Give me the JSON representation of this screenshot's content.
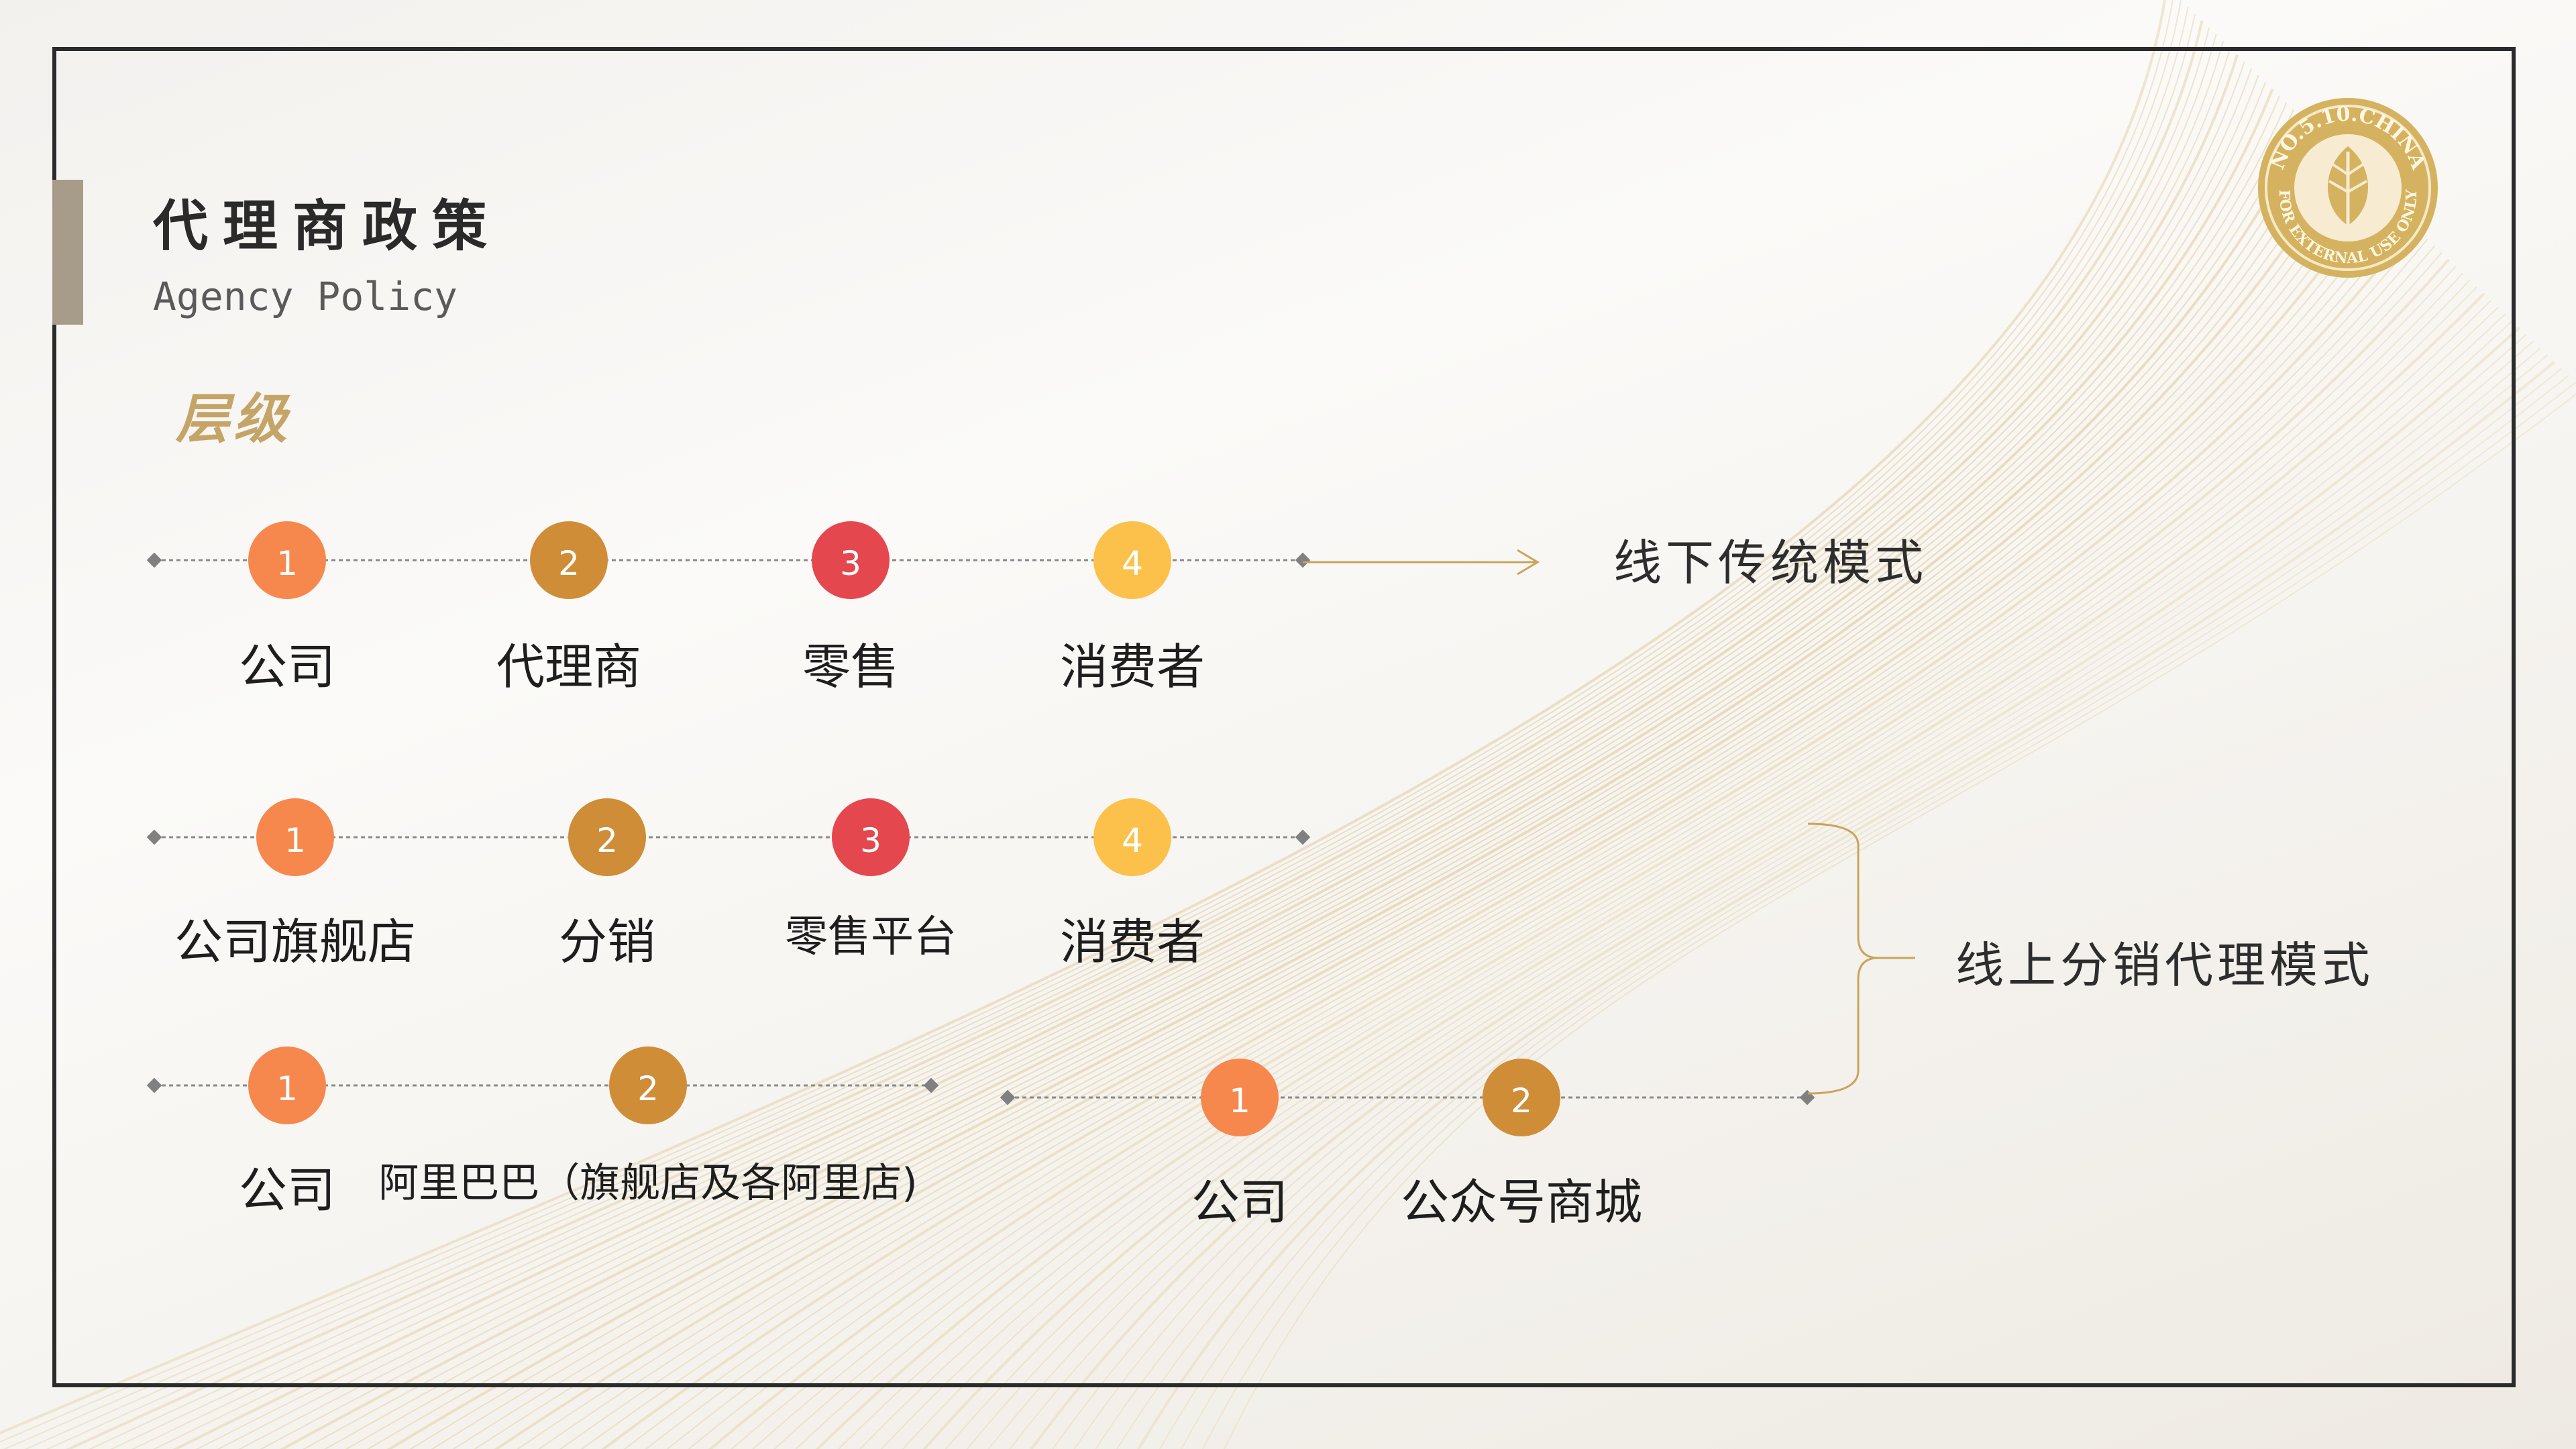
{
  "header": {
    "title": "代理商政策",
    "subtitle": "Agency Policy"
  },
  "section": {
    "title": "层级"
  },
  "colors": {
    "orange": "#f6884e",
    "bronze": "#cf8d37",
    "red": "#e5474f",
    "yellow": "#fcc14a",
    "gold": "#c9a45c"
  },
  "rows": [
    {
      "nodes": [
        {
          "num": "1",
          "label": "公司",
          "color": "orange"
        },
        {
          "num": "2",
          "label": "代理商",
          "color": "bronze"
        },
        {
          "num": "3",
          "label": "零售",
          "color": "red"
        },
        {
          "num": "4",
          "label": "消费者",
          "color": "yellow"
        }
      ]
    },
    {
      "nodes": [
        {
          "num": "1",
          "label": "公司旗舰店",
          "color": "orange"
        },
        {
          "num": "2",
          "label": "分销",
          "color": "bronze"
        },
        {
          "num": "3",
          "label": "零售平台",
          "color": "red"
        },
        {
          "num": "4",
          "label": "消费者",
          "color": "yellow"
        }
      ]
    },
    {
      "nodes": [
        {
          "num": "1",
          "label": "公司",
          "color": "orange"
        },
        {
          "num": "2",
          "label": "阿里巴巴（旗舰店及各阿里店)",
          "color": "bronze"
        }
      ]
    },
    {
      "nodes": [
        {
          "num": "1",
          "label": "公司",
          "color": "orange"
        },
        {
          "num": "2",
          "label": "公众号商城",
          "color": "bronze"
        }
      ]
    }
  ],
  "modes": {
    "offline": "线下传统模式",
    "online": "线上分销代理模式"
  },
  "logo": {
    "top_text": "NO.5.10.CHINA",
    "bottom_text": "FOR EXTERNAL USE ONLY",
    "icon": "leaf-icon"
  }
}
